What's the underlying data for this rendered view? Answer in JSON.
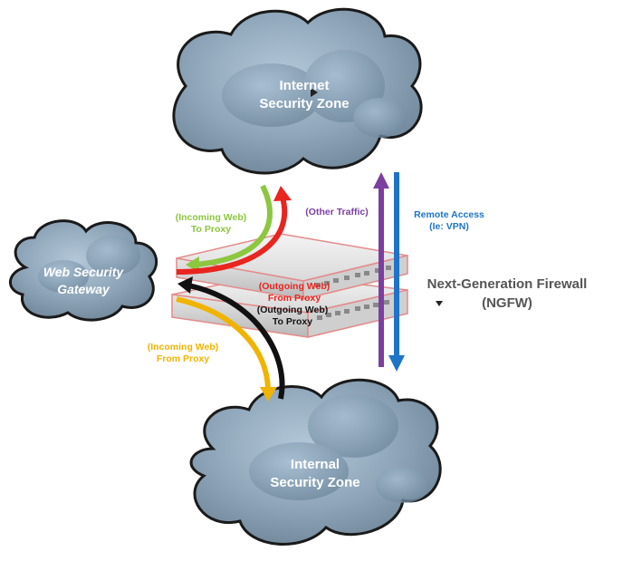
{
  "clouds": {
    "internet": {
      "line1": "Internet",
      "line2": "Security Zone"
    },
    "internal": {
      "line1": "Internal",
      "line2": "Security Zone"
    },
    "web_gateway": {
      "line1": "Web Security",
      "line2": "Gateway"
    }
  },
  "firewall": {
    "line1": "Next-Generation Firewall",
    "line2": "(NGFW)"
  },
  "flows": {
    "incoming_to_proxy": {
      "line1": "(Incoming Web)",
      "line2": "To Proxy",
      "color": "#8dc63f"
    },
    "outgoing_from_proxy": {
      "line1": "(Outgoing Web)",
      "line2": "From Proxy",
      "color": "#e8251f"
    },
    "outgoing_to_proxy": {
      "line1": "(Outgoing Web)",
      "line2": "To Proxy",
      "color": "#111111"
    },
    "incoming_from_proxy": {
      "line1": "(Incoming Web)",
      "line2": "From Proxy",
      "color": "#f0b400"
    },
    "other_traffic": {
      "label": "(Other Traffic)",
      "color": "#7b3fa0"
    },
    "remote_access": {
      "line1": "Remote Access",
      "line2": "(Ie: VPN)",
      "color": "#1e74c6"
    }
  }
}
